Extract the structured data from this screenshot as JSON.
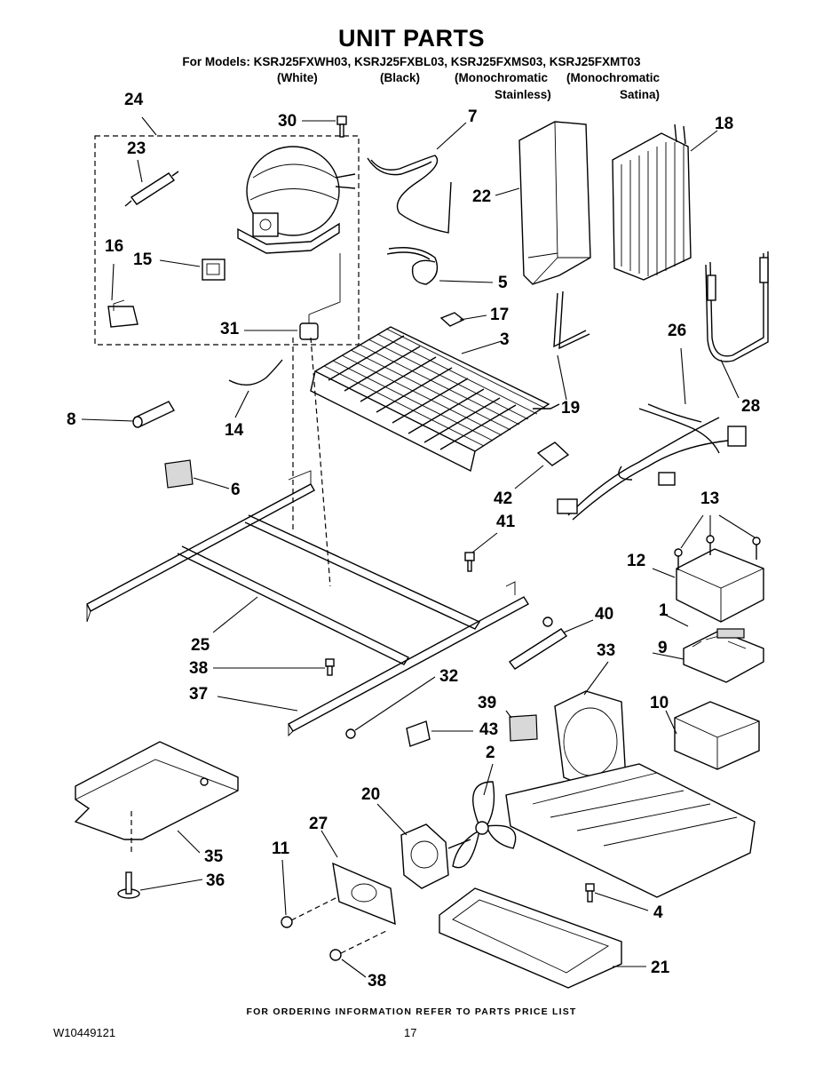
{
  "header": {
    "title": "UNIT PARTS",
    "models_line": "For Models: KSRJ25FXWH03, KSRJ25FXBL03, KSRJ25FXMS03, KSRJ25FXMT03",
    "variants": [
      {
        "label": "(White)"
      },
      {
        "label": "(Black)"
      },
      {
        "label": "(Monochromatic"
      },
      {
        "label": "(Monochromatic"
      },
      {
        "label": "Stainless)"
      },
      {
        "label": "Satina)"
      }
    ]
  },
  "callouts": [
    "24",
    "23",
    "30",
    "7",
    "18",
    "22",
    "16",
    "15",
    "5",
    "31",
    "17",
    "3",
    "26",
    "19",
    "28",
    "14",
    "8",
    "6",
    "42",
    "13",
    "41",
    "12",
    "1",
    "40",
    "9",
    "25",
    "38",
    "32",
    "37",
    "33",
    "39",
    "10",
    "43",
    "2",
    "20",
    "27",
    "11",
    "35",
    "36",
    "4",
    "21",
    "38"
  ],
  "footer": {
    "ordering_info": "FOR ORDERING INFORMATION REFER TO PARTS PRICE LIST",
    "doc_number": "W10449121",
    "page_number": "17"
  }
}
